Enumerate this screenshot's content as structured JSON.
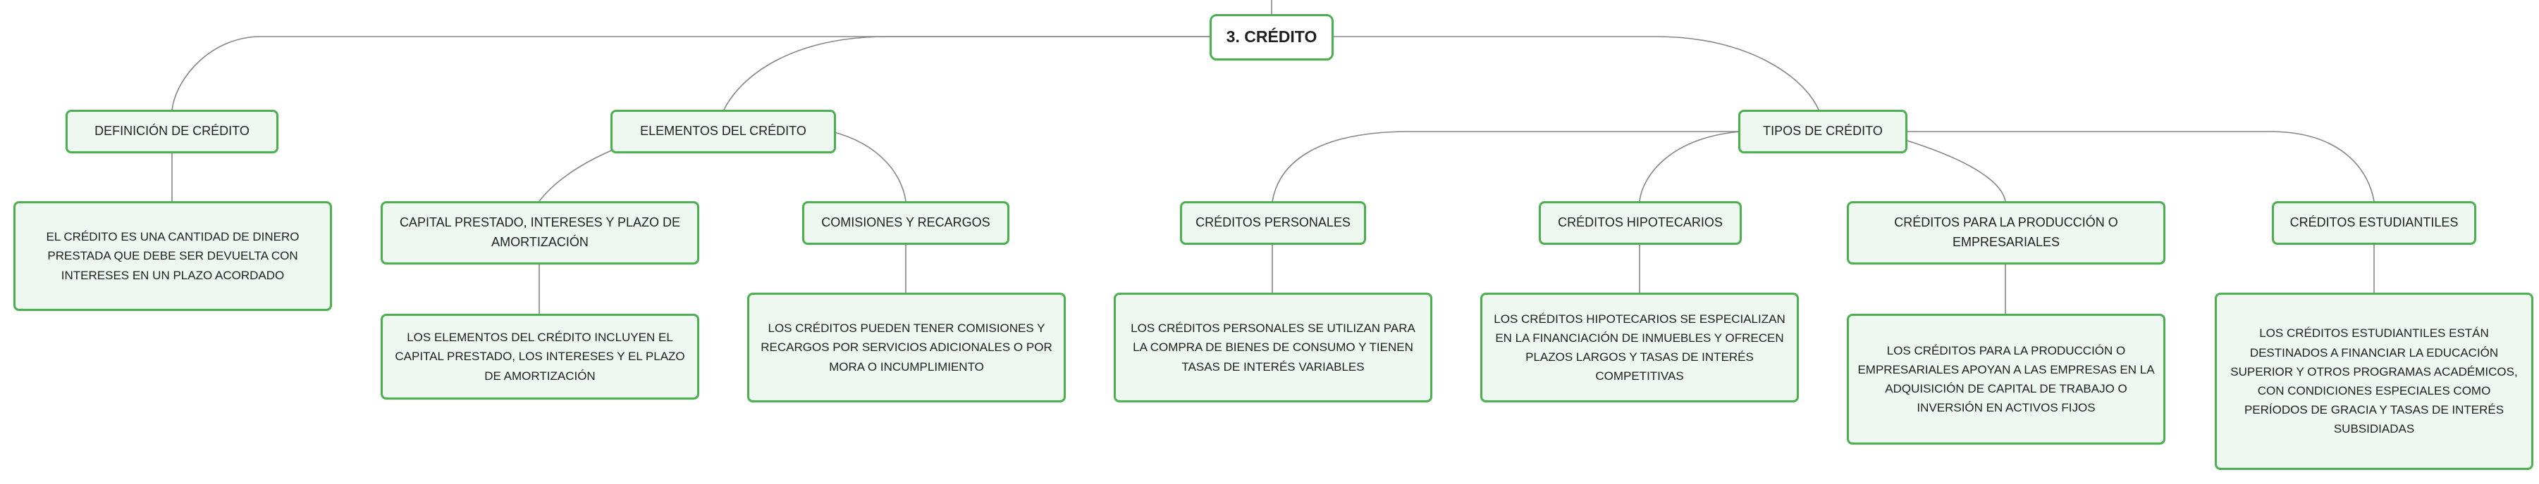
{
  "root": {
    "title": "3. CRÉDITO"
  },
  "branches": {
    "definicion": {
      "label": "DEFINICIÓN DE CRÉDITO",
      "detail": "EL CRÉDITO ES UNA CANTIDAD DE DINERO PRESTADA QUE DEBE SER DEVUELTA CON INTERESES EN UN PLAZO ACORDADO"
    },
    "elementos": {
      "label": "ELEMENTOS DEL CRÉDITO",
      "capital": {
        "label": "CAPITAL PRESTADO, INTERESES Y PLAZO DE AMORTIZACIÓN",
        "detail": "LOS ELEMENTOS DEL CRÉDITO INCLUYEN EL CAPITAL PRESTADO, LOS INTERESES Y EL PLAZO DE AMORTIZACIÓN"
      },
      "comisiones": {
        "label": "COMISIONES Y RECARGOS",
        "detail": "LOS CRÉDITOS PUEDEN TENER COMISIONES Y RECARGOS POR SERVICIOS ADICIONALES O POR MORA O INCUMPLIMIENTO"
      }
    },
    "tipos": {
      "label": "TIPOS DE CRÉDITO",
      "personales": {
        "label": "CRÉDITOS PERSONALES",
        "detail": "LOS CRÉDITOS PERSONALES SE UTILIZAN PARA LA COMPRA DE BIENES DE CONSUMO Y TIENEN TASAS DE INTERÉS VARIABLES"
      },
      "hipotecarios": {
        "label": "CRÉDITOS HIPOTECARIOS",
        "detail": "LOS CRÉDITOS HIPOTECARIOS SE ESPECIALIZAN EN LA FINANCIACIÓN DE INMUEBLES Y OFRECEN PLAZOS LARGOS Y TASAS DE INTERÉS COMPETITIVAS"
      },
      "produccion": {
        "label": "CRÉDITOS PARA LA PRODUCCIÓN O EMPRESARIALES",
        "detail": "LOS CRÉDITOS PARA LA PRODUCCIÓN O EMPRESARIALES APOYAN A LAS EMPRESAS EN LA ADQUISICIÓN DE CAPITAL DE TRABAJO O INVERSIÓN EN ACTIVOS FIJOS"
      },
      "estudiantiles": {
        "label": "CRÉDITOS ESTUDIANTILES",
        "detail": "LOS CRÉDITOS ESTUDIANTILES ESTÁN DESTINADOS A FINANCIAR LA EDUCACIÓN SUPERIOR Y OTROS PROGRAMAS ACADÉMICOS, CON CONDICIONES ESPECIALES COMO PERÍODOS DE GRACIA Y TASAS DE INTERÉS SUBSIDIADAS"
      }
    }
  },
  "colors": {
    "border": "#4caf50",
    "fill": "#eef7f0",
    "line": "#808080"
  }
}
